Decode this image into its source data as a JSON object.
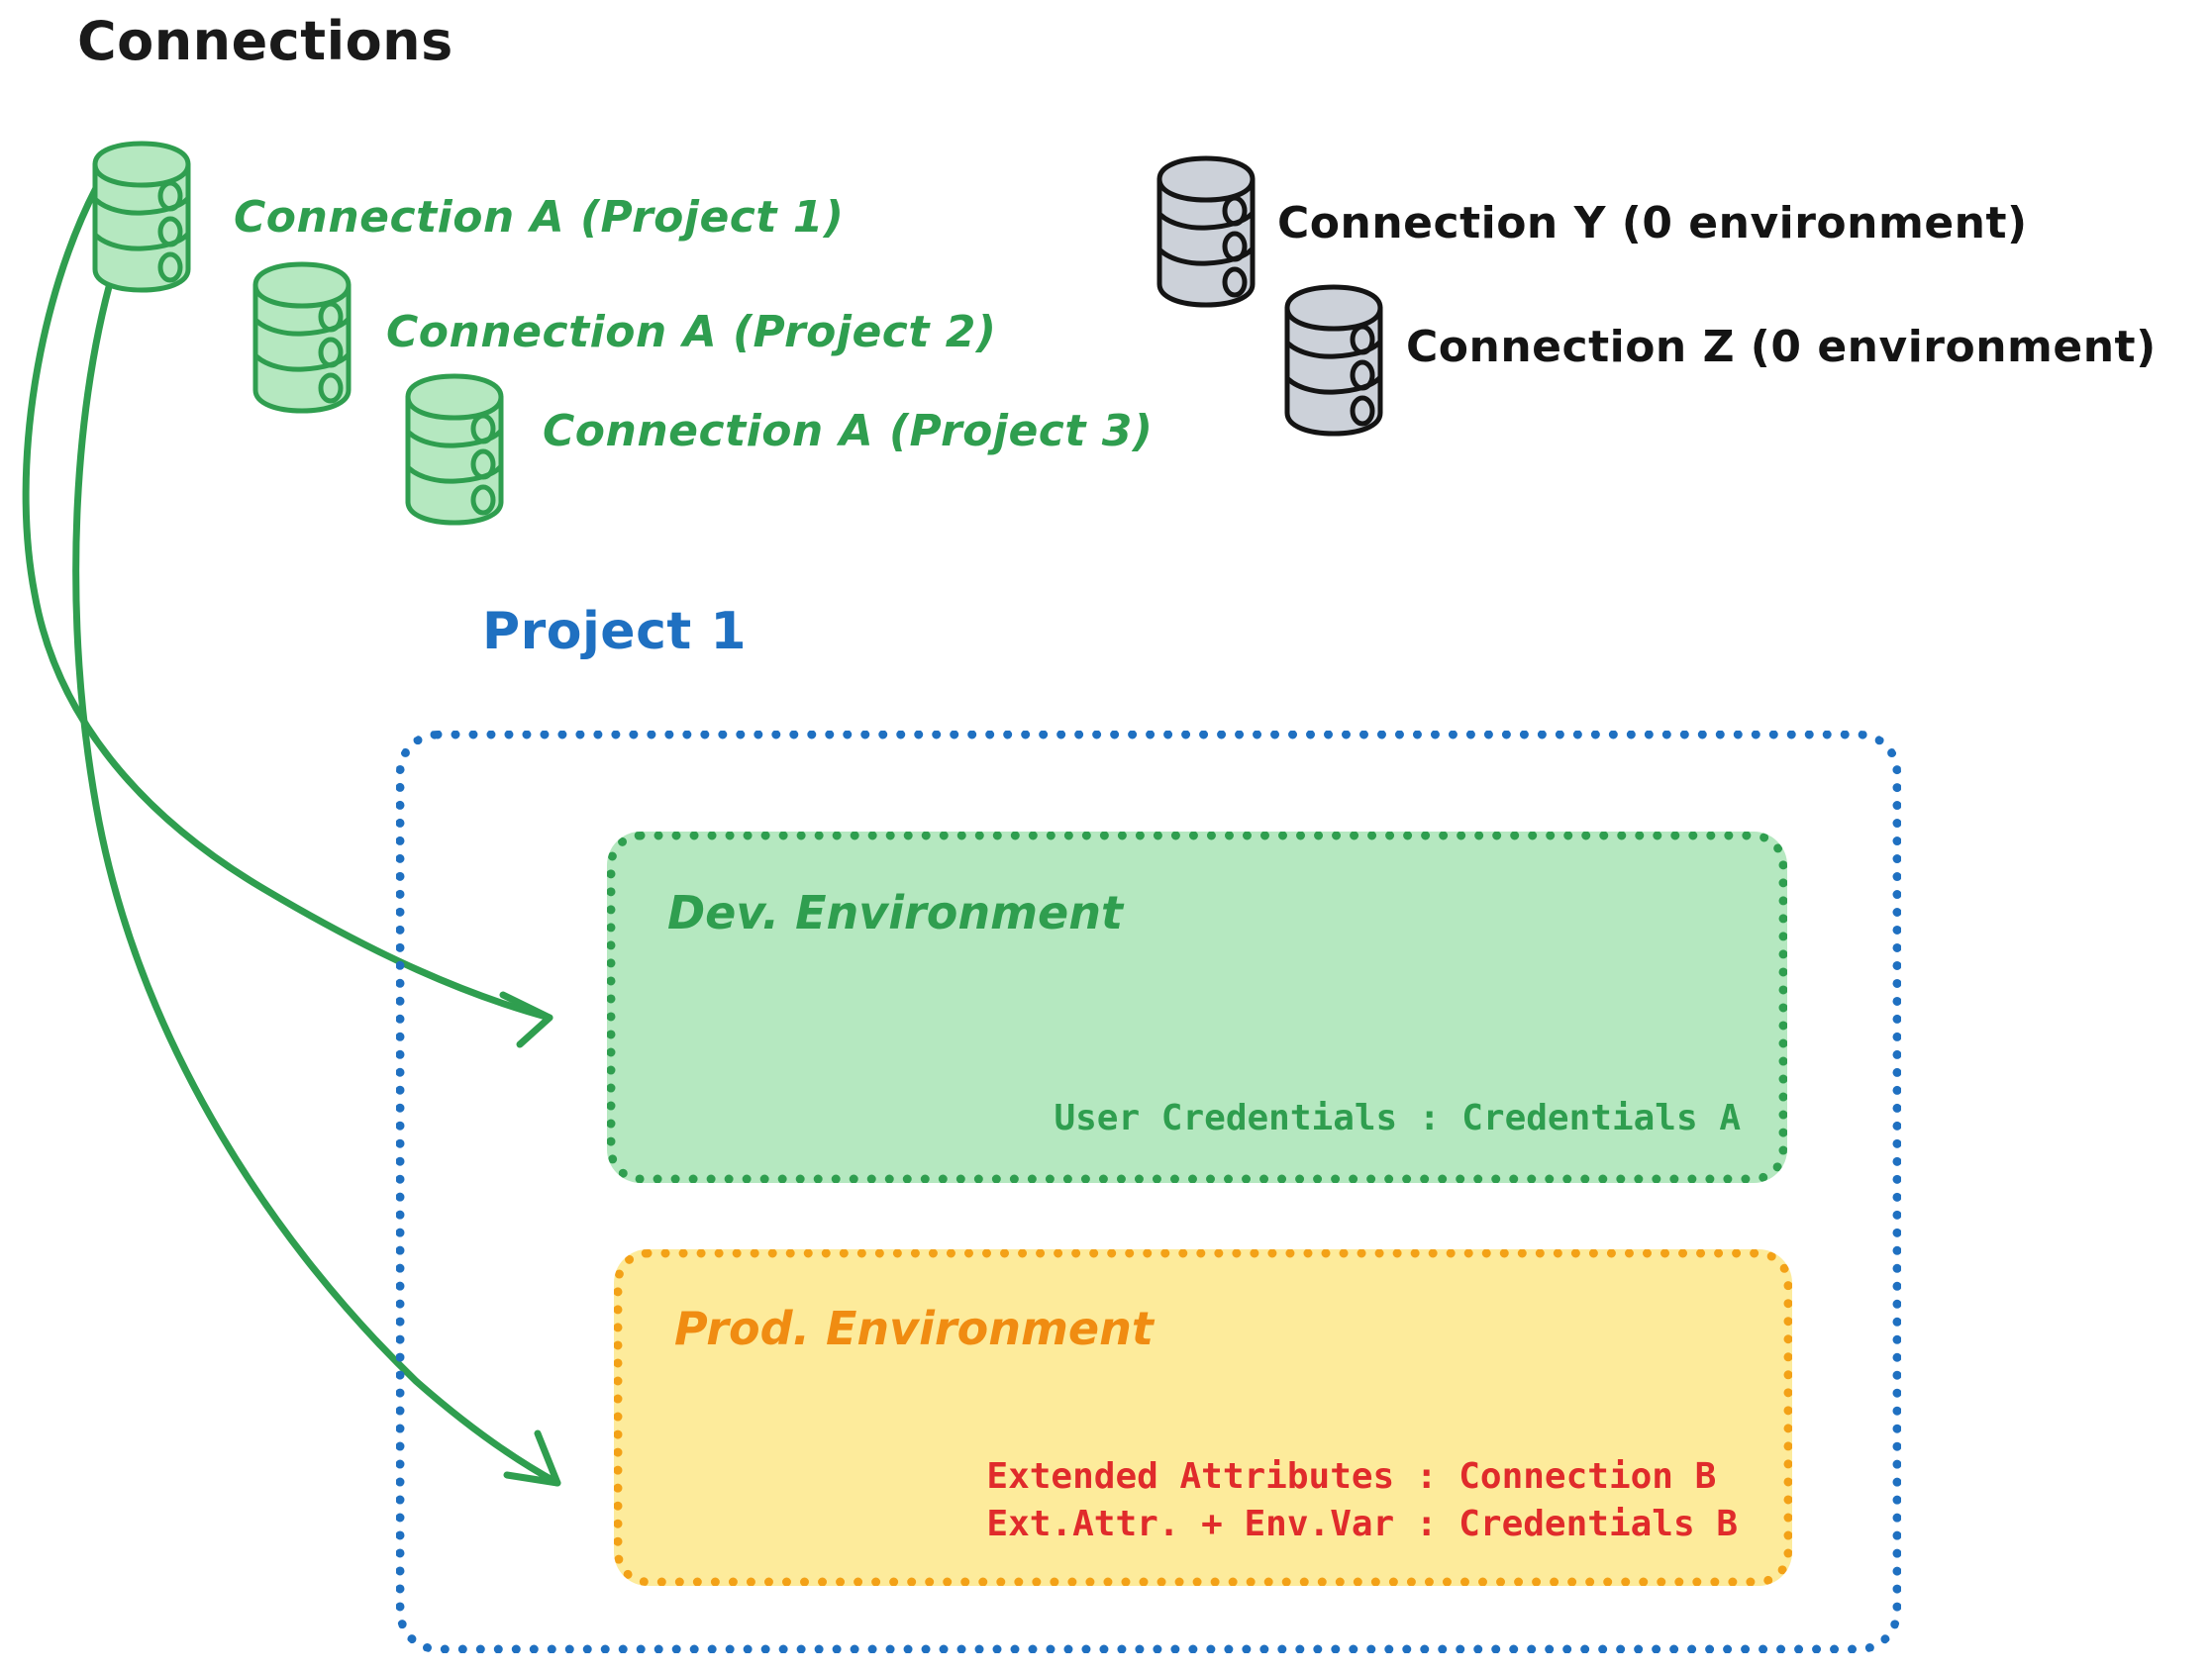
{
  "page": {
    "title": "Connections",
    "background": "#ffffff"
  },
  "colors": {
    "green_stroke": "#2f9e4f",
    "green_fill": "#b5e8c0",
    "gray_stroke": "#141414",
    "gray_fill": "#ccd1d9",
    "blue": "#1f70c1",
    "orange": "#f3a117",
    "orange_text": "#f08c12",
    "yellow_fill": "#fdeb9b",
    "red_text": "#e02b2b",
    "black_text": "#141414"
  },
  "connections": {
    "heading": "Connections",
    "green_items": [
      {
        "label": "Connection A (Project 1)",
        "icon": "database-icon",
        "color": "green"
      },
      {
        "label": "Connection A (Project 2)",
        "icon": "database-icon",
        "color": "green"
      },
      {
        "label": "Connection A (Project 3)",
        "icon": "database-icon",
        "color": "green"
      }
    ],
    "gray_items": [
      {
        "label": "Connection Y (0 environment)",
        "icon": "database-icon",
        "color": "gray"
      },
      {
        "label": "Connection Z (0 environment)",
        "icon": "database-icon",
        "color": "gray"
      }
    ]
  },
  "project": {
    "label": "Project 1",
    "environments": [
      {
        "title": "Dev. Environment",
        "color": "green",
        "lines": [
          "User Credentials : Credentials A"
        ]
      },
      {
        "title": "Prod. Environment",
        "color": "orange",
        "lines": [
          "Extended Attributes : Connection B",
          "Ext.Attr. + Env.Var : Credentials B"
        ]
      }
    ]
  },
  "arrows": [
    {
      "name": "arrow-connection-a-to-dev",
      "from": "Connection A (Project 1)",
      "to": "Dev. Environment"
    },
    {
      "name": "arrow-connection-a-to-prod",
      "from": "Connection A (Project 1)",
      "to": "Prod. Environment"
    }
  ]
}
